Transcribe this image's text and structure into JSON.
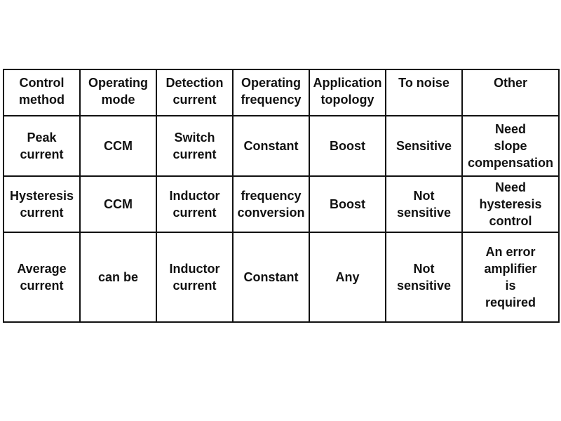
{
  "table": {
    "headers": [
      "Control\nmethod",
      "Operating\nmode",
      "Detection\ncurrent",
      "Operating\nfrequency",
      "Application\ntopology",
      "To noise",
      "Other"
    ],
    "rows": [
      [
        "Peak\ncurrent",
        "CCM",
        "Switch\ncurrent",
        "Constant",
        "Boost",
        "Sensitive",
        "Need\nslope\ncompensation"
      ],
      [
        "Hysteresis\ncurrent",
        "CCM",
        "Inductor\ncurrent",
        "frequency\nconversion",
        "Boost",
        "Not\nsensitive",
        "Need\nhysteresis\ncontrol"
      ],
      [
        "Average\ncurrent",
        "can be",
        "Inductor\ncurrent",
        "Constant",
        "Any",
        "Not\nsensitive",
        "An error\namplifier\nis\nrequired"
      ]
    ]
  }
}
